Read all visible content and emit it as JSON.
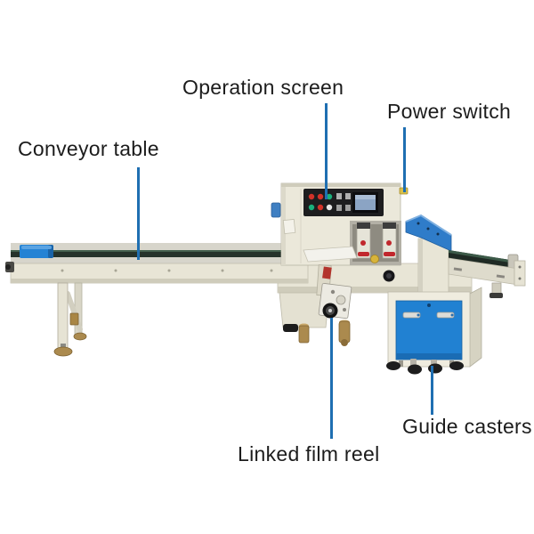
{
  "figure": {
    "description": "Labeled diagram of a horizontal pillow-type flow packing machine on white background"
  },
  "annotations": {
    "conveyor_table": {
      "label": "Conveyor table",
      "target": "conveyor-belt"
    },
    "operation_screen": {
      "label": "Operation screen",
      "target": "control-panel"
    },
    "power_switch": {
      "label": "Power switch",
      "target": "power-switch-lamp"
    },
    "linked_film_reel": {
      "label": "Linked film reel",
      "target": "film-reel-hub"
    },
    "guide_casters": {
      "label": "Guide casters",
      "target": "casters"
    }
  },
  "colors": {
    "leader_line": "#1f6fb2",
    "label_text": "#1c1c1c",
    "machine_beige": "#ebe8da",
    "machine_beige_shadow": "#cfccbb",
    "accent_blue": "#2583d4",
    "former_blue": "#2f7cc9",
    "cabinet_blue": "#2181d2",
    "belt_green_dark": "#26332b",
    "panel_black": "#1d1d1f",
    "screen_blue": "#8ba4c4",
    "button_red": "#d23229",
    "button_green": "#19b07c",
    "handle_red": "#c1272d",
    "brass": "#ab8a4e",
    "caster_black": "#1d1d1d"
  }
}
